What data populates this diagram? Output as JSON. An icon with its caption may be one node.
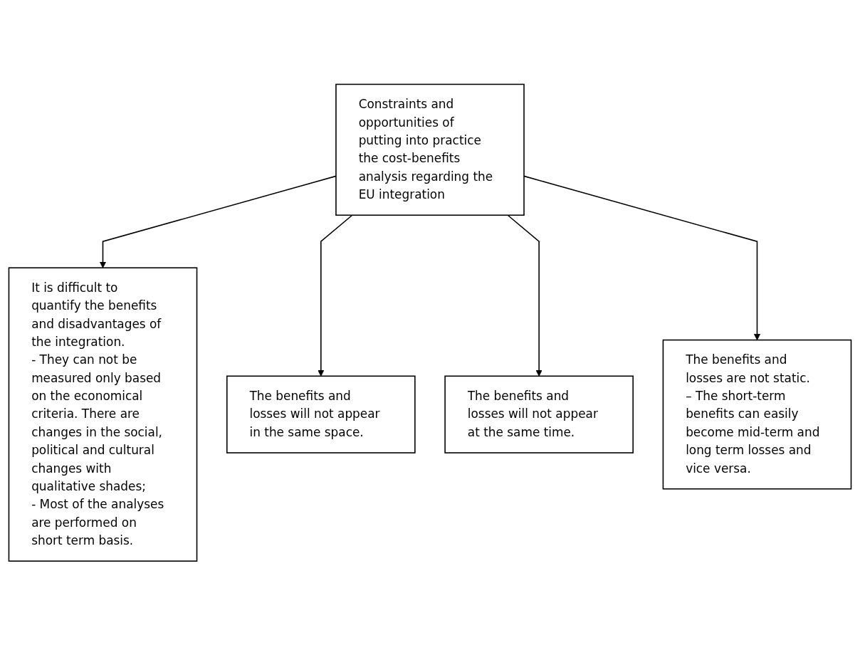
{
  "diagram": {
    "nodes": [
      {
        "text": [
          "Constraints and opportunities of putting into practice the cost-benefits analysis regarding the EU integration"
        ]
      },
      {
        "text": [
          "It is difficult to quantify the benefits and disadvantages of the integration.",
          "- They can not be measured only based on the economical criteria. There are changes in the social, political and cultural changes with qualitative shades;",
          "- Most of the analyses are performed on short term basis."
        ]
      },
      {
        "text": [
          "The benefits and losses will not appear in the same space."
        ]
      },
      {
        "text": [
          "The benefits and losses will not appear at the same time."
        ]
      },
      {
        "text": [
          "The benefits and losses are not static.",
          "– The short-term benefits can easily become mid-term and long term losses and vice versa."
        ]
      }
    ],
    "edges": [
      {
        "from": 0,
        "to": 1,
        "arrow": "to"
      },
      {
        "from": 0,
        "to": 2,
        "arrow": "to"
      },
      {
        "from": 0,
        "to": 3,
        "arrow": "to"
      },
      {
        "from": 0,
        "to": 4,
        "arrow": "to"
      }
    ]
  }
}
